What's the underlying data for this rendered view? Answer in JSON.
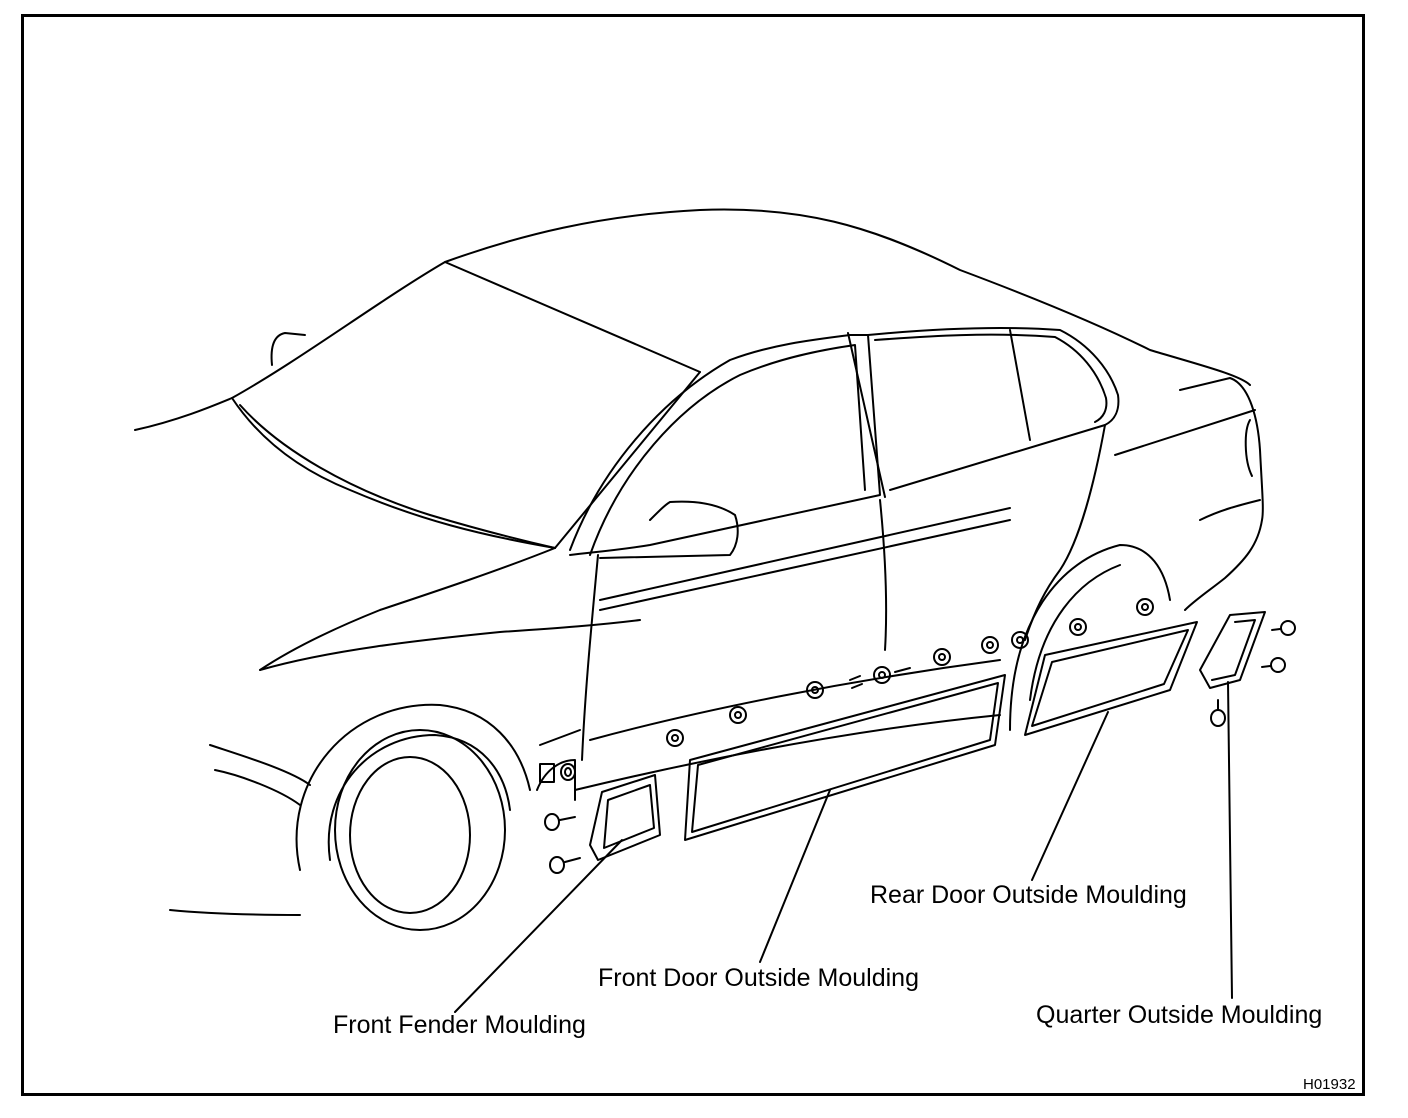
{
  "labels": {
    "front_fender": "Front Fender Moulding",
    "front_door": "Front Door Outside Moulding",
    "rear_door": "Rear Door Outside Moulding",
    "quarter": "Quarter Outside Moulding"
  },
  "figure_code": "H01932"
}
